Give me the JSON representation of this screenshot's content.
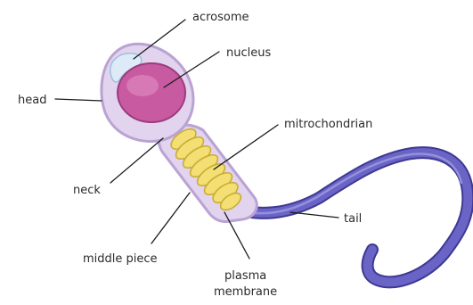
{
  "labels": {
    "acrosome": "acrosome",
    "nucleus": "nucleus",
    "head": "head",
    "mitochondrian": "mitrochondrian",
    "neck": "neck",
    "tail": "tail",
    "middle_piece": "middle piece",
    "plasma_line1": "plasma",
    "plasma_line2": "membrane"
  },
  "colors": {
    "head_fill": "#e2d3ee",
    "head_outline": "#b9a3d2",
    "nucleus_fill": "#c85aa2",
    "nucleus_outline": "#9c3b7c",
    "acrosome_fill": "#dcebf7",
    "mito_fill": "#f3df73",
    "mito_outline": "#c9ad35",
    "tail_fill": "#6a64c6",
    "tail_outline": "#3e3992"
  }
}
